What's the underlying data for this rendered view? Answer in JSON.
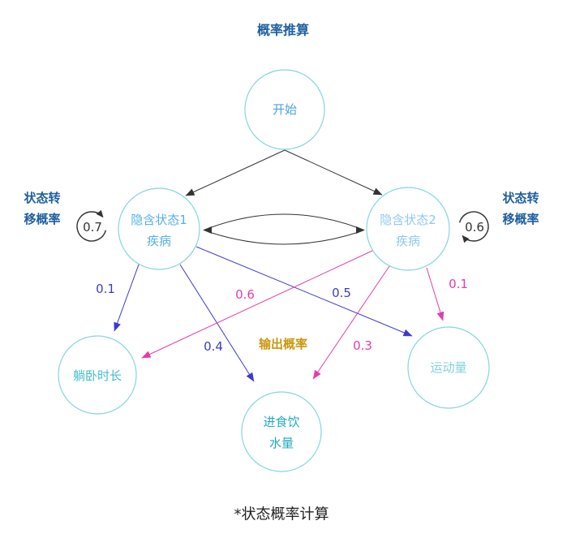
{
  "title": "概率推算",
  "nodes": {
    "start": {
      "lines": [
        "开始"
      ]
    },
    "hidden_1": {
      "lines": [
        "隐含状态1",
        "疾病"
      ]
    },
    "hidden_2": {
      "lines": [
        "隐含状态2",
        "疾病"
      ]
    },
    "obs_lying": {
      "lines": [
        "躺卧时长"
      ]
    },
    "obs_eating": {
      "lines": [
        "进食饮",
        "水量"
      ]
    },
    "obs_exercise": {
      "lines": [
        "运动量"
      ]
    }
  },
  "transition": {
    "label_left": [
      "状态转",
      "移概率"
    ],
    "label_right": [
      "状态转",
      "移概率"
    ],
    "self_loop": {
      "hidden_1": "0.7",
      "hidden_2": "0.6"
    }
  },
  "emission": {
    "label": "输出概率",
    "hidden_1": {
      "lying": "0.1",
      "eating": "0.4",
      "exercise": "0.5"
    },
    "hidden_2": {
      "lying": "0.6",
      "eating": "0.3",
      "exercise": "0.1"
    }
  },
  "footer": "*状态概率计算",
  "colors": {
    "title": "#1f5fa0",
    "side_label": "#1f5fa0",
    "node_stroke": "#84d5e0",
    "start_text": "#4aa4e0",
    "hidden_1_text": "#55b1e6",
    "hidden_2_text": "#8fc8ec",
    "lying_text": "#3fbfce",
    "eating_text": "#24aac0",
    "exercise_text": "#80d3dc",
    "transition_arrow": "#333333",
    "loop_value": "#333333",
    "hidden_1_emission": "#3a3ad2",
    "hidden_2_emission": "#e63caa",
    "output_label": "#c8980e",
    "footer": "#222222"
  }
}
